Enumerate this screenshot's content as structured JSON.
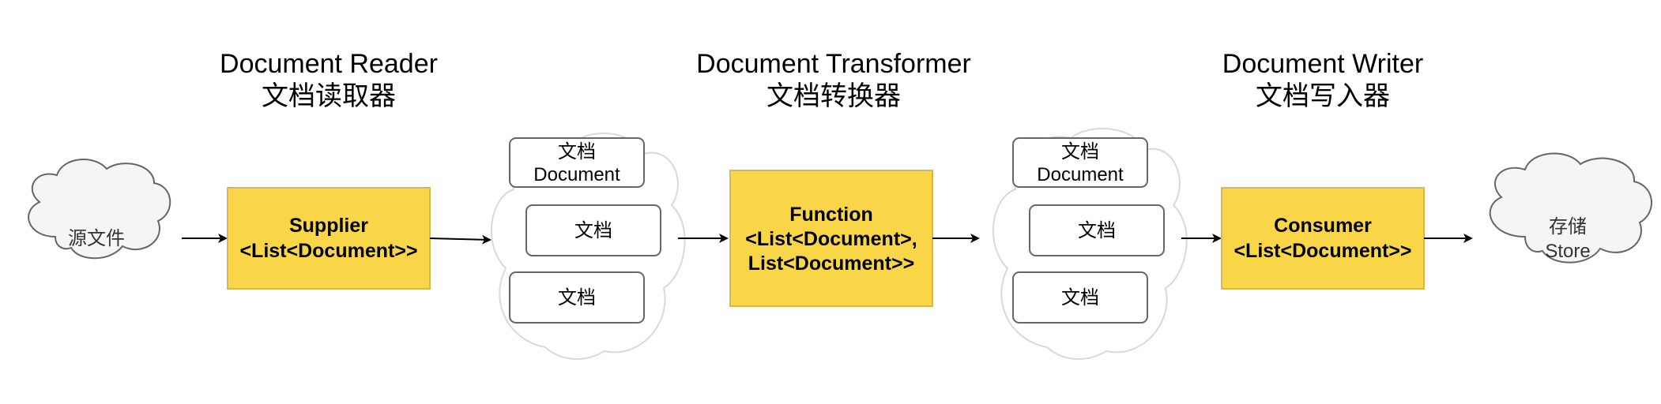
{
  "headings": {
    "reader": {
      "en": "Document Reader",
      "zh": "文档读取器"
    },
    "transformer": {
      "en": "Document Transformer",
      "zh": "文档转换器"
    },
    "writer": {
      "en": "Document Writer",
      "zh": "文档写入器"
    }
  },
  "source": {
    "label": "源文件"
  },
  "supplier": {
    "line1": "Supplier",
    "line2": "<List<Document>>"
  },
  "function": {
    "line1": "Function",
    "line2": "<List<Document>,",
    "line3": "List<Document>>"
  },
  "consumer": {
    "line1": "Consumer",
    "line2": "<List<Document>>"
  },
  "docs_group_1": {
    "doc1_zh": "文档",
    "doc1_en": "Document",
    "doc2": "文档",
    "doc3": "文档"
  },
  "docs_group_2": {
    "doc1_zh": "文档",
    "doc1_en": "Document",
    "doc2": "文档",
    "doc3": "文档"
  },
  "store": {
    "zh": "存储",
    "en": "Store"
  },
  "colors": {
    "process_fill": "#f8d648",
    "process_stroke": "#d6b656",
    "cloud_fill": "#f5f5f5",
    "cloud_stroke": "#666666"
  }
}
